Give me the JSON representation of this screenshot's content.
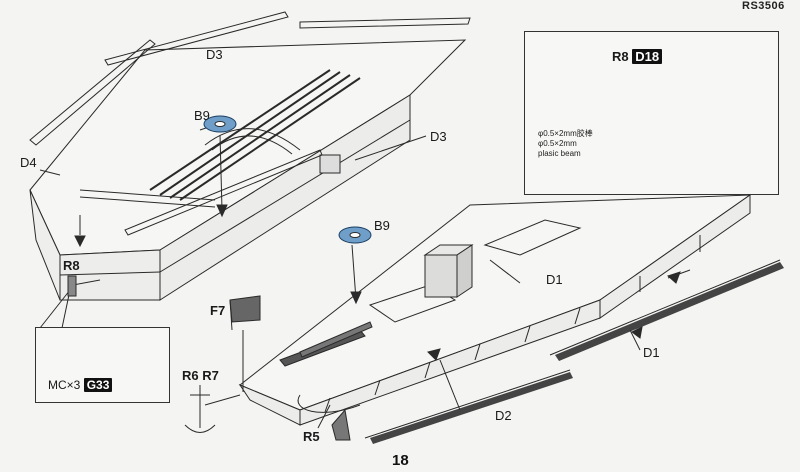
{
  "header": {
    "code": "RS3506"
  },
  "page_number": "18",
  "labels": {
    "d3_top": "D3",
    "d3_right": "D3",
    "d4": "D4",
    "b9_top": "B9",
    "b9_mid": "B9",
    "r8_left": "R8",
    "d1_mid": "D1",
    "d1_right": "D1",
    "d2": "D2",
    "f7": "F7",
    "r6r7": "R6 R7",
    "r5": "R5"
  },
  "inset_right": {
    "part": "R8",
    "badge": "D18",
    "note_line1": "φ0.5×2mm胶棒",
    "note_line2": "φ0.5×2mm",
    "note_line3": "plasic beam"
  },
  "inset_left": {
    "text": "MC×3",
    "badge": "G33"
  },
  "colors": {
    "line": "#2a2a2a",
    "highlight": "#6f9ec8",
    "badge_bg": "#111111"
  }
}
